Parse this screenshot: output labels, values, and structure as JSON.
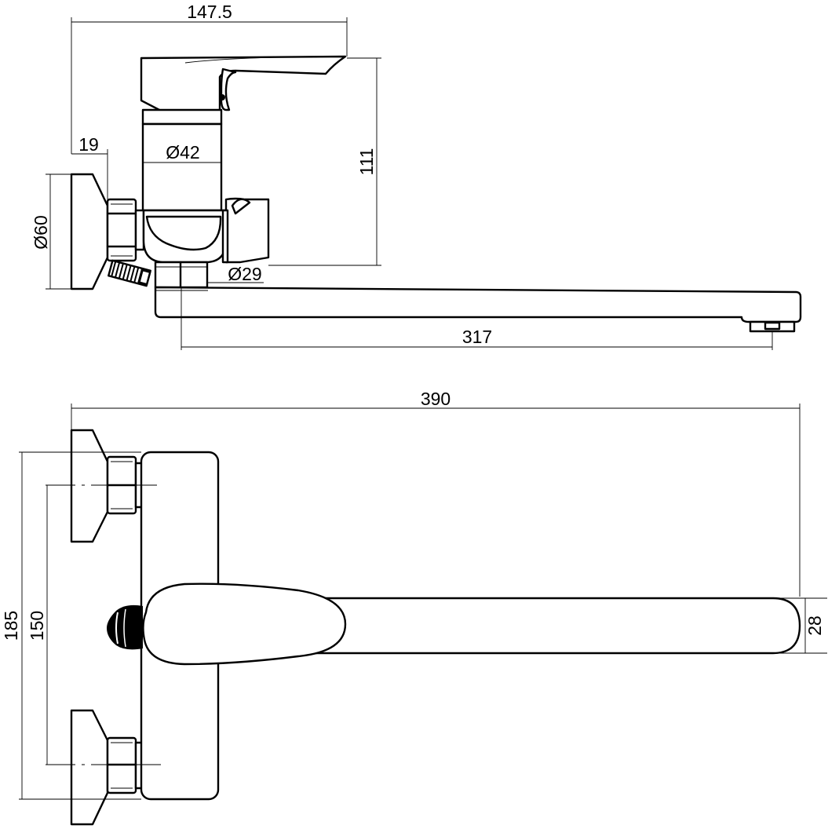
{
  "side_view": {
    "dims": {
      "overall_depth": "147.5",
      "wall_offset": "19",
      "body_diameter": "Ø42",
      "height": "111",
      "flange_diameter": "Ø60",
      "spout_diameter": "Ø29",
      "spout_reach": "317"
    }
  },
  "front_view": {
    "dims": {
      "overall_width": "390",
      "max_spacing": "185",
      "inlet_spacing": "150",
      "spout_height": "28"
    }
  }
}
